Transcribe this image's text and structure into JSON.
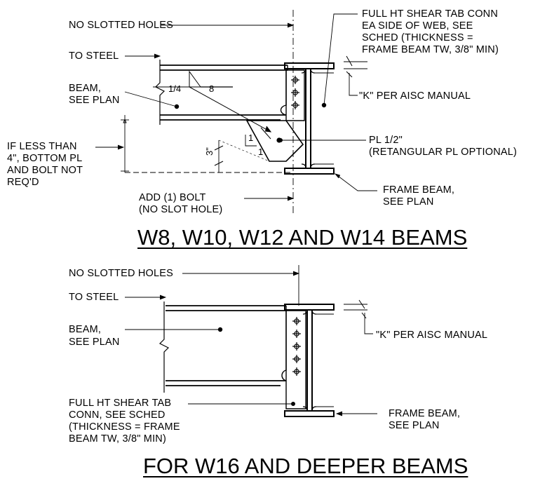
{
  "detail1": {
    "title": "W8, W10, W12 AND W14 BEAMS",
    "no_slotted_holes": "NO SLOTTED HOLES",
    "to_steel": "TO STEEL",
    "beam_line1": "BEAM,",
    "beam_line2": "SEE PLAN",
    "weld_size": "1/4",
    "weld_length": "8",
    "bottom_pl_note": [
      "IF LESS THAN",
      "4\", BOTTOM PL",
      "AND BOLT NOT",
      "REQ'D"
    ],
    "dim_3": "3\"",
    "slope_1a": "1",
    "slope_1b": "1",
    "add_bolt": [
      "ADD (1) BOLT",
      "(NO SLOT HOLE)"
    ],
    "shear_tab": [
      "FULL HT SHEAR TAB CONN",
      "EA SIDE OF WEB, SEE",
      "SCHED (THICKNESS =",
      "FRAME BEAM TW, 3/8\" MIN)"
    ],
    "k_note": "\"K\" PER AISC MANUAL",
    "plate": [
      "PL 1/2\"",
      "(RETANGULAR PL OPTIONAL)"
    ],
    "frame_beam": [
      "FRAME BEAM,",
      "SEE PLAN"
    ]
  },
  "detail2": {
    "title": "FOR W16 AND DEEPER BEAMS",
    "no_slotted_holes": "NO SLOTTED HOLES",
    "to_steel": "TO STEEL",
    "beam_line1": "BEAM,",
    "beam_line2": "SEE PLAN",
    "k_note": "\"K\" PER AISC MANUAL",
    "shear_tab": [
      "FULL HT SHEAR TAB",
      "CONN, SEE SCHED",
      "(THICKNESS = FRAME",
      "BEAM TW, 3/8\" MIN)"
    ],
    "frame_beam": [
      "FRAME BEAM,",
      "SEE PLAN"
    ]
  }
}
